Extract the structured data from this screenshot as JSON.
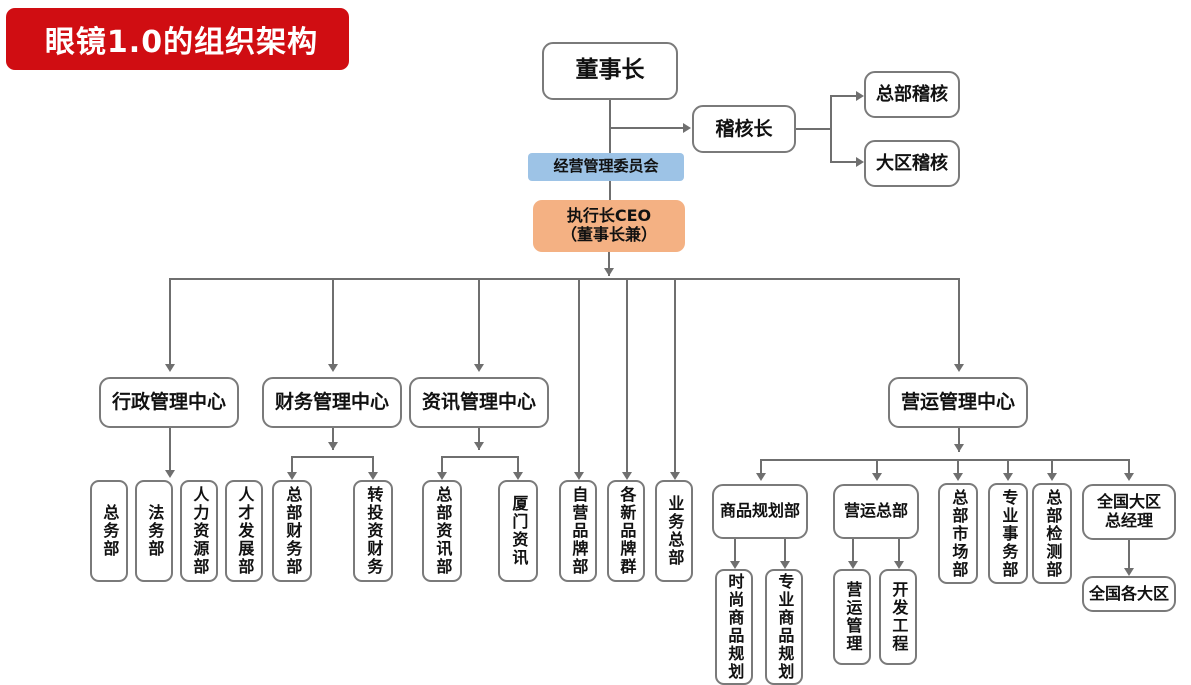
{
  "title": {
    "text": "眼镜1.0的组织架构",
    "background": "#d00d12",
    "color": "#ffffff"
  },
  "colors": {
    "box_border": "#7a7a7a",
    "line": "#6f6f6f",
    "committee_fill": "#9dc3e6",
    "ceo_fill": "#f4b183",
    "page_background": "#ffffff"
  },
  "nodes": {
    "chairman": {
      "label": "董事长"
    },
    "chief_auditor": {
      "label": "稽核长"
    },
    "hq_audit": {
      "label": "总部稽核"
    },
    "region_audit": {
      "label": "大区稽核"
    },
    "committee": {
      "label": "经营管理委员会"
    },
    "ceo": {
      "label_line1": "执行长CEO",
      "label_line2": "（董事长兼）"
    },
    "admin_center": {
      "label": "行政管理中心"
    },
    "finance_center": {
      "label": "财务管理中心"
    },
    "it_center": {
      "label": "资讯管理中心"
    },
    "operations_center": {
      "label": "营运管理中心"
    },
    "admin_children": [
      {
        "label": "总务部"
      },
      {
        "label": "法务部"
      },
      {
        "label": "人力资源部"
      },
      {
        "label": "人才发展部"
      }
    ],
    "finance_children": [
      {
        "label": "总部财务部"
      },
      {
        "label": "转投资财务"
      }
    ],
    "it_children": [
      {
        "label": "总部资讯部"
      },
      {
        "label": "厦门资讯"
      }
    ],
    "ceo_direct_children": [
      {
        "label": "自营品牌部"
      },
      {
        "label": "各新品牌群"
      },
      {
        "label": "业务总部"
      }
    ],
    "operations_children": [
      {
        "label": "商品规划部"
      },
      {
        "label": "营运总部"
      },
      {
        "label": "总部市场部"
      },
      {
        "label": "专业事务部"
      },
      {
        "label": "总部检测部"
      },
      {
        "label_line1": "全国大区",
        "label_line2": "总经理"
      }
    ],
    "product_planning_children": [
      {
        "label": "时尚商品规划"
      },
      {
        "label": "专业商品规划"
      }
    ],
    "operations_hq_children": [
      {
        "label": "营运管理"
      },
      {
        "label": "开发工程"
      }
    ],
    "regional_gm_child": {
      "label": "全国各大区"
    }
  }
}
